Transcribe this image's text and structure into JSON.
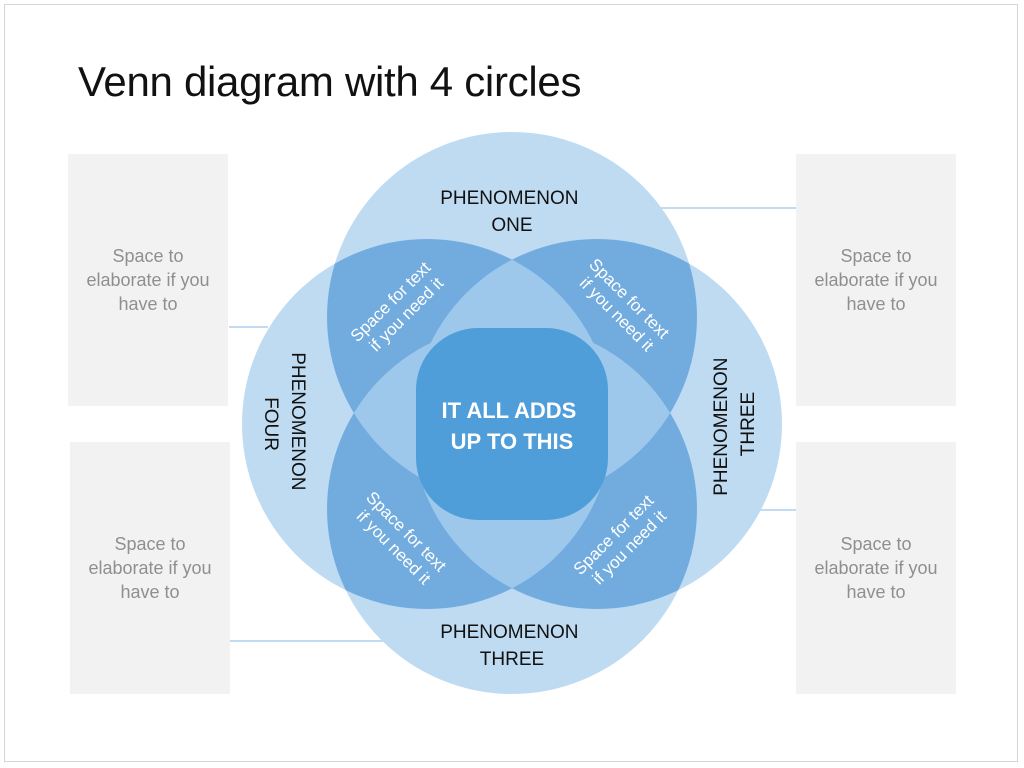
{
  "title": "Venn diagram with 4 circles",
  "colors": {
    "circle_fill": "#bfdbf2",
    "petal_fill": "#72acdf",
    "overlap_fill": "#9dc8ec",
    "center_fill": "#4f9ed9",
    "note_background": "#f2f2f2",
    "connector": "#9cc6ea"
  },
  "circles": {
    "top": "PHENOMENON ONE",
    "right": "PHENOMENON THREE",
    "bottom": "PHENOMENON THREE",
    "left": "PHENOMENON FOUR"
  },
  "labels": {
    "top": [
      "PHENOMENON",
      "ONE"
    ],
    "right": [
      "PHENOMENON",
      "THREE"
    ],
    "bottom": [
      "PHENOMENON",
      "THREE"
    ],
    "left": [
      "PHENOMENON",
      "FOUR"
    ],
    "center": [
      "IT ALL ADDS",
      "UP TO THIS"
    ],
    "petal_tl": [
      "Space for text",
      "if you need it"
    ],
    "petal_tr": [
      "Space for text",
      "if you need it"
    ],
    "petal_bl": [
      "Space for text",
      "if you need it"
    ],
    "petal_br": [
      "Space for text",
      "if you need it"
    ]
  },
  "notes": {
    "top_left": "Space to elaborate if you have to",
    "bottom_left": "Space to elaborate if you have to",
    "top_right": "Space to elaborate if you have to",
    "bottom_right": "Space to elaborate if you have to"
  }
}
